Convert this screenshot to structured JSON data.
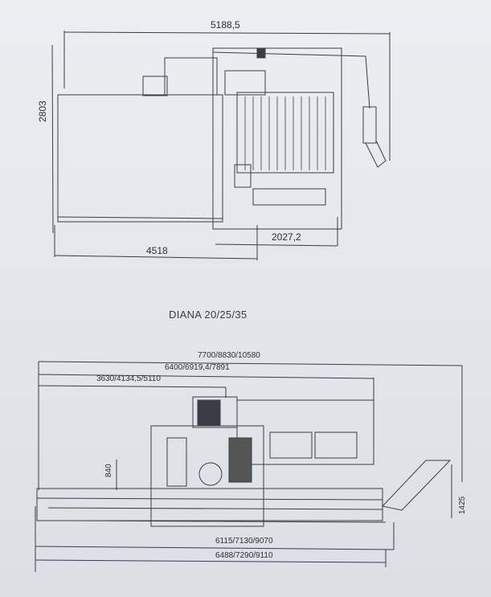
{
  "top_view": {
    "dim_width_total": "5188,5",
    "dim_height": "2803",
    "dim_base_length": "4518",
    "dim_right_section": "2027,2"
  },
  "model_title": "DIANA 20/25/35",
  "side_view": {
    "dim_overall_top": "7700/8830/10580",
    "dim_mid_top": "6400/6919,4/7891",
    "dim_left_top": "3630/4134,5/5110",
    "dim_table_height": "840",
    "dim_total_height": "1425",
    "dim_bottom_inner": "6115/7130/9070",
    "dim_bottom_outer": "6488/7290/9110"
  }
}
